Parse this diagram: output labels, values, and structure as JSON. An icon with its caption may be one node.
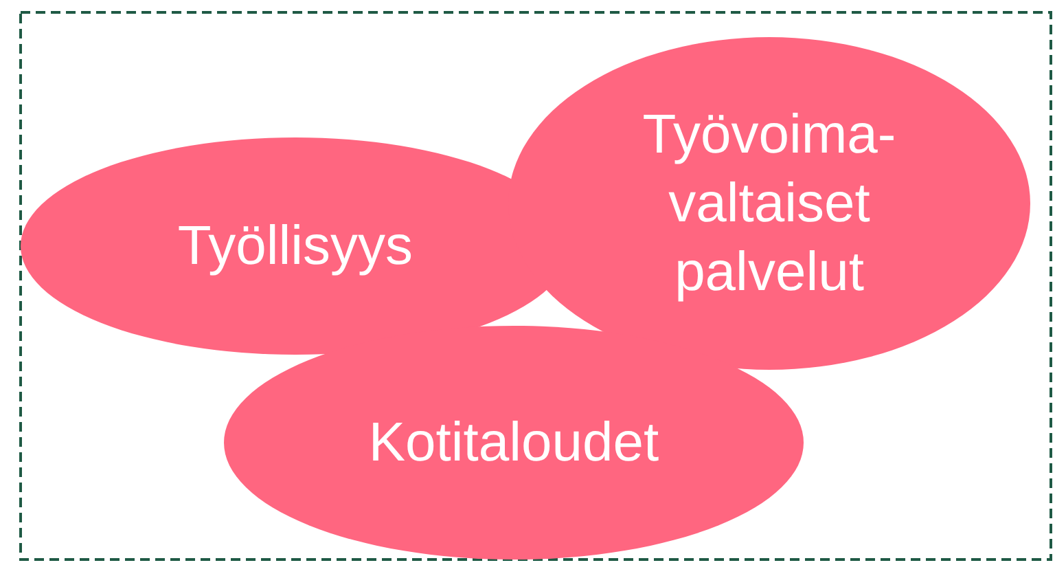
{
  "diagram": {
    "nodes": [
      {
        "text": [],
        "shape": "box"
      },
      {
        "text": [
          "Työllisyys"
        ],
        "in": 0
      },
      {
        "text": [
          "Työvoima- valtaiset palvelut"
        ],
        "in": 0
      },
      {
        "text": [
          "Kotitaloudet"
        ],
        "in": 0
      }
    ]
  }
}
